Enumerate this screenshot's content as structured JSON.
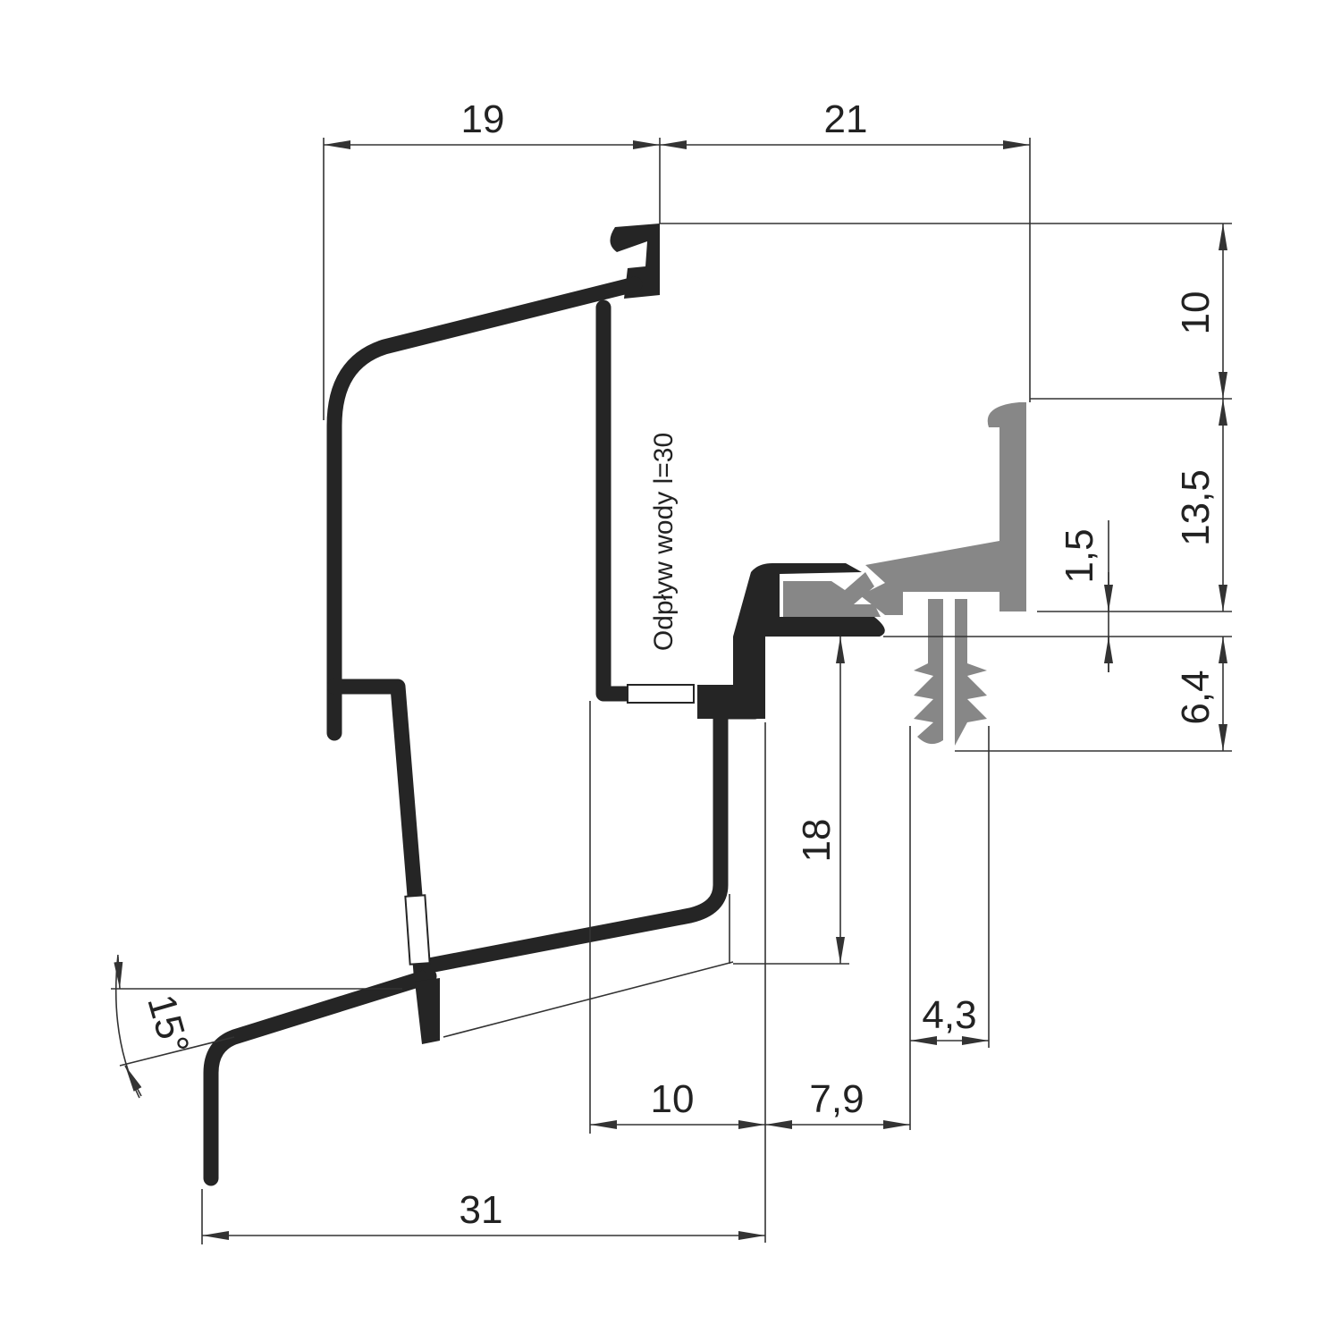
{
  "dimensions": {
    "top_left": "19",
    "top_right": "21",
    "right_top": "10",
    "right_middle": "13,5",
    "right_bottom": "6,4",
    "small_offset": "1,5",
    "height_18": "18",
    "pin_width": "4,3",
    "bottom_10": "10",
    "bottom_7_9": "7,9",
    "bottom_31": "31",
    "angle": "15°"
  },
  "note": "Odpływ wody l=30",
  "colors": {
    "profile": "#252525",
    "gasket": "#878787",
    "dimension_line": "#333333"
  }
}
